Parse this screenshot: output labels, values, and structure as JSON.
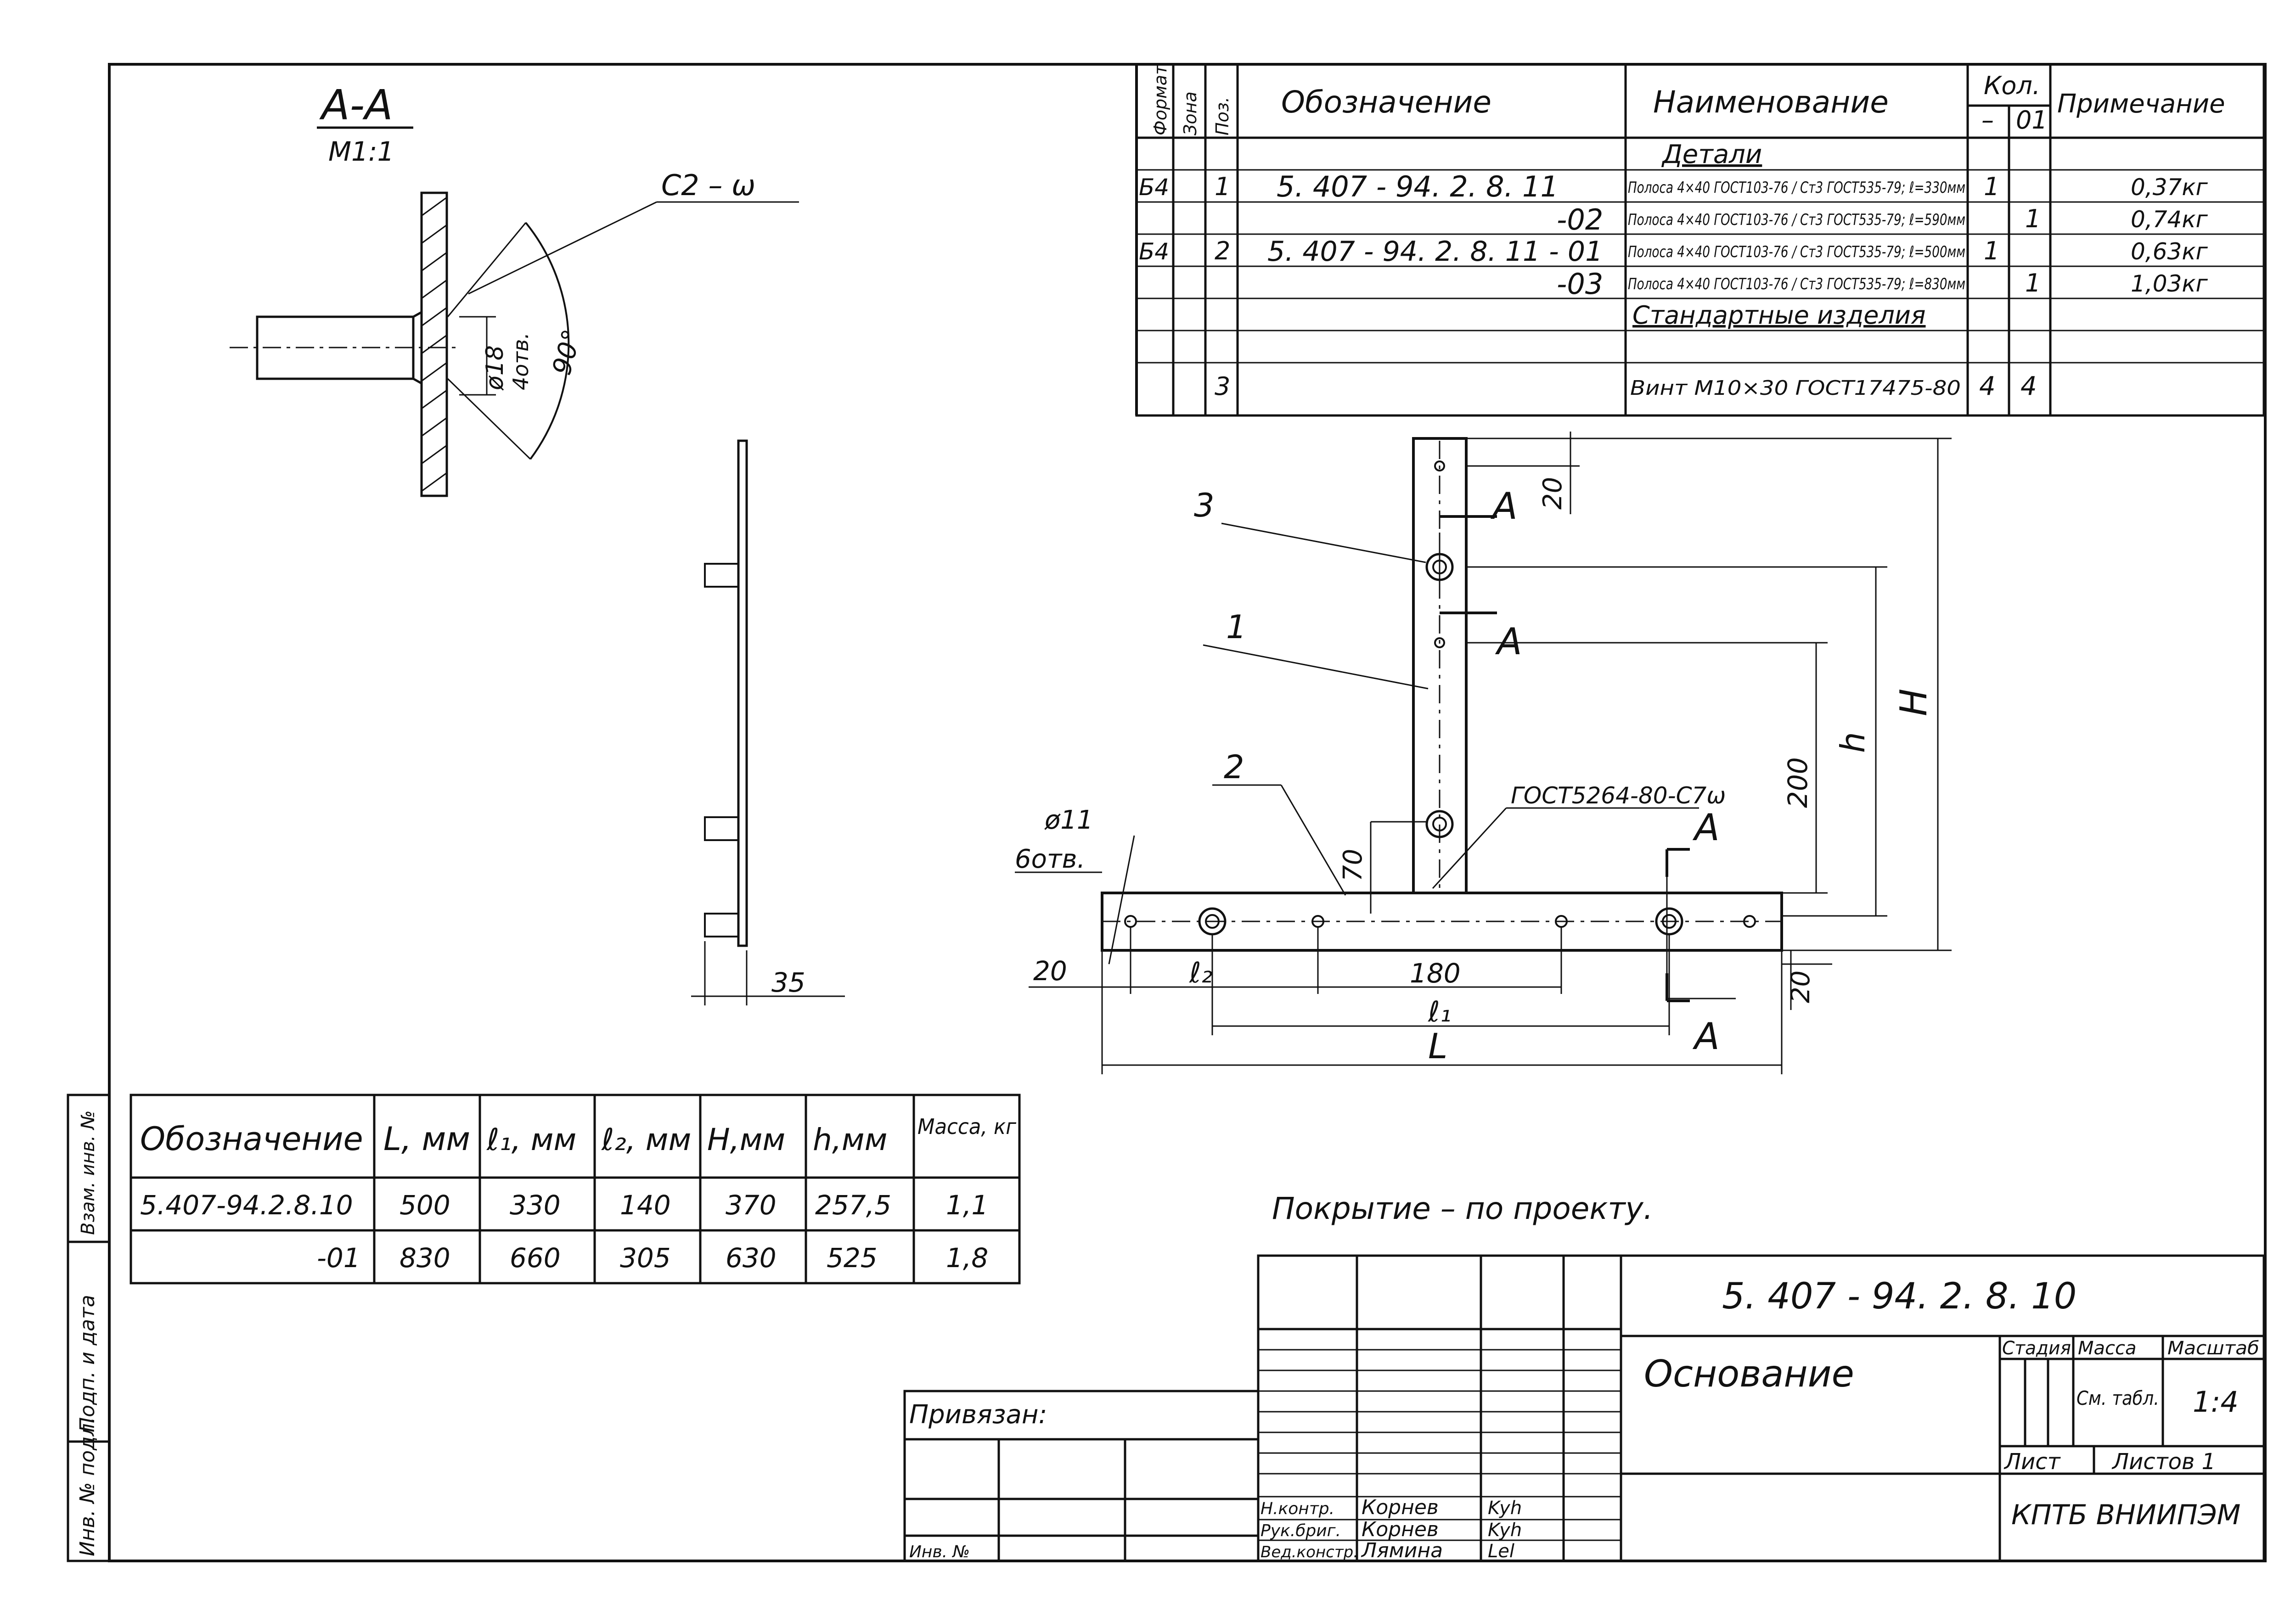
{
  "section": {
    "title": "А-А",
    "scale": "М1:1",
    "weld_label": "С2 – ω",
    "hole_dia": "ø18",
    "hole_count": "4отв.",
    "angle": "90°"
  },
  "side_view": {
    "dim_35": "35"
  },
  "main_view": {
    "pos1": "1",
    "pos2": "2",
    "pos3": "3",
    "cut_A": "А",
    "weld_note": "ГОСТ5264-80-С7ω",
    "holes_dia": "ø11",
    "holes_count": "6отв.",
    "dim_20_left": "20",
    "dim_20_top": "20",
    "dim_20_right": "20",
    "dim_70": "70",
    "dim_200": "200",
    "dim_180": "180",
    "dim_l2": "ℓ₂",
    "dim_l1": "ℓ₁",
    "dim_L": "L",
    "dim_h": "h",
    "dim_H": "H"
  },
  "spec": {
    "headers": {
      "format": "Формат",
      "zone": "Зона",
      "pos": "Поз.",
      "designation": "Обозначение",
      "name": "Наименование",
      "qty": "Кол.",
      "qty_base": "–",
      "qty_01": "01",
      "note": "Примечание"
    },
    "rows": [
      {
        "format": "",
        "pos": "",
        "designation": "",
        "name": "Детали",
        "q1": "",
        "q2": "",
        "note": ""
      },
      {
        "format": "Б4",
        "pos": "1",
        "designation": "5. 407 - 94. 2. 8. 11",
        "name": "Полоса 4×40 ГОСТ103-76 / Ст3 ГОСТ535-79; ℓ=330мм",
        "q1": "1",
        "q2": "",
        "note": "0,37кг"
      },
      {
        "format": "",
        "pos": "",
        "designation": "-02",
        "name": "Полоса 4×40 ГОСТ103-76 / Ст3 ГОСТ535-79; ℓ=590мм",
        "q1": "",
        "q2": "1",
        "note": "0,74кг"
      },
      {
        "format": "Б4",
        "pos": "2",
        "designation": "5. 407 - 94. 2. 8. 11 - 01",
        "name": "Полоса 4×40 ГОСТ103-76 / Ст3 ГОСТ535-79; ℓ=500мм",
        "q1": "1",
        "q2": "",
        "note": "0,63кг"
      },
      {
        "format": "",
        "pos": "",
        "designation": "-03",
        "name": "Полоса 4×40 ГОСТ103-76 / Ст3 ГОСТ535-79; ℓ=830мм",
        "q1": "",
        "q2": "1",
        "note": "1,03кг"
      },
      {
        "format": "",
        "pos": "",
        "designation": "",
        "name": "Стандартные изделия",
        "q1": "",
        "q2": "",
        "note": ""
      },
      {
        "format": "",
        "pos": "3",
        "designation": "",
        "name": "Винт М10×30 ГОСТ17475-80",
        "q1": "4",
        "q2": "4",
        "note": ""
      }
    ]
  },
  "variants": {
    "headers": [
      "Обозначение",
      "L, мм",
      "ℓ₁, мм",
      "ℓ₂, мм",
      "H,мм",
      "h,мм",
      "Масса, кг"
    ],
    "rows": [
      [
        "5.407-94.2.8.10",
        "500",
        "330",
        "140",
        "370",
        "257,5",
        "1,1"
      ],
      [
        "-01",
        "830",
        "660",
        "305",
        "630",
        "525",
        "1,8"
      ]
    ]
  },
  "coating_note": "Покрытие – по проекту.",
  "side_stamp": [
    "Инв. № подл.",
    "Подп. и дата",
    "Взам. инв. №"
  ],
  "privyazan": {
    "label": "Привязан:",
    "inv": "Инв. №"
  },
  "title_block": {
    "doc_number": "5. 407 - 94. 2. 8. 10",
    "doc_name": "Основание",
    "stage_label": "Стадия",
    "mass_label": "Масса",
    "scale_label": "Масштаб",
    "mass_value": "См. табл.",
    "scale_value": "1:4",
    "sheet_label": "Лист",
    "sheets_label": "Листов 1",
    "org": "КПТБ ВНИИПЭМ",
    "signers": [
      {
        "role": "Н.контр.",
        "name": "Корнев",
        "sig": "Kyh"
      },
      {
        "role": "Рук.бриг.",
        "name": "Корнев",
        "sig": "Kyh"
      },
      {
        "role": "Вед.констр.",
        "name": "Лямина",
        "sig": "Lel"
      }
    ]
  }
}
